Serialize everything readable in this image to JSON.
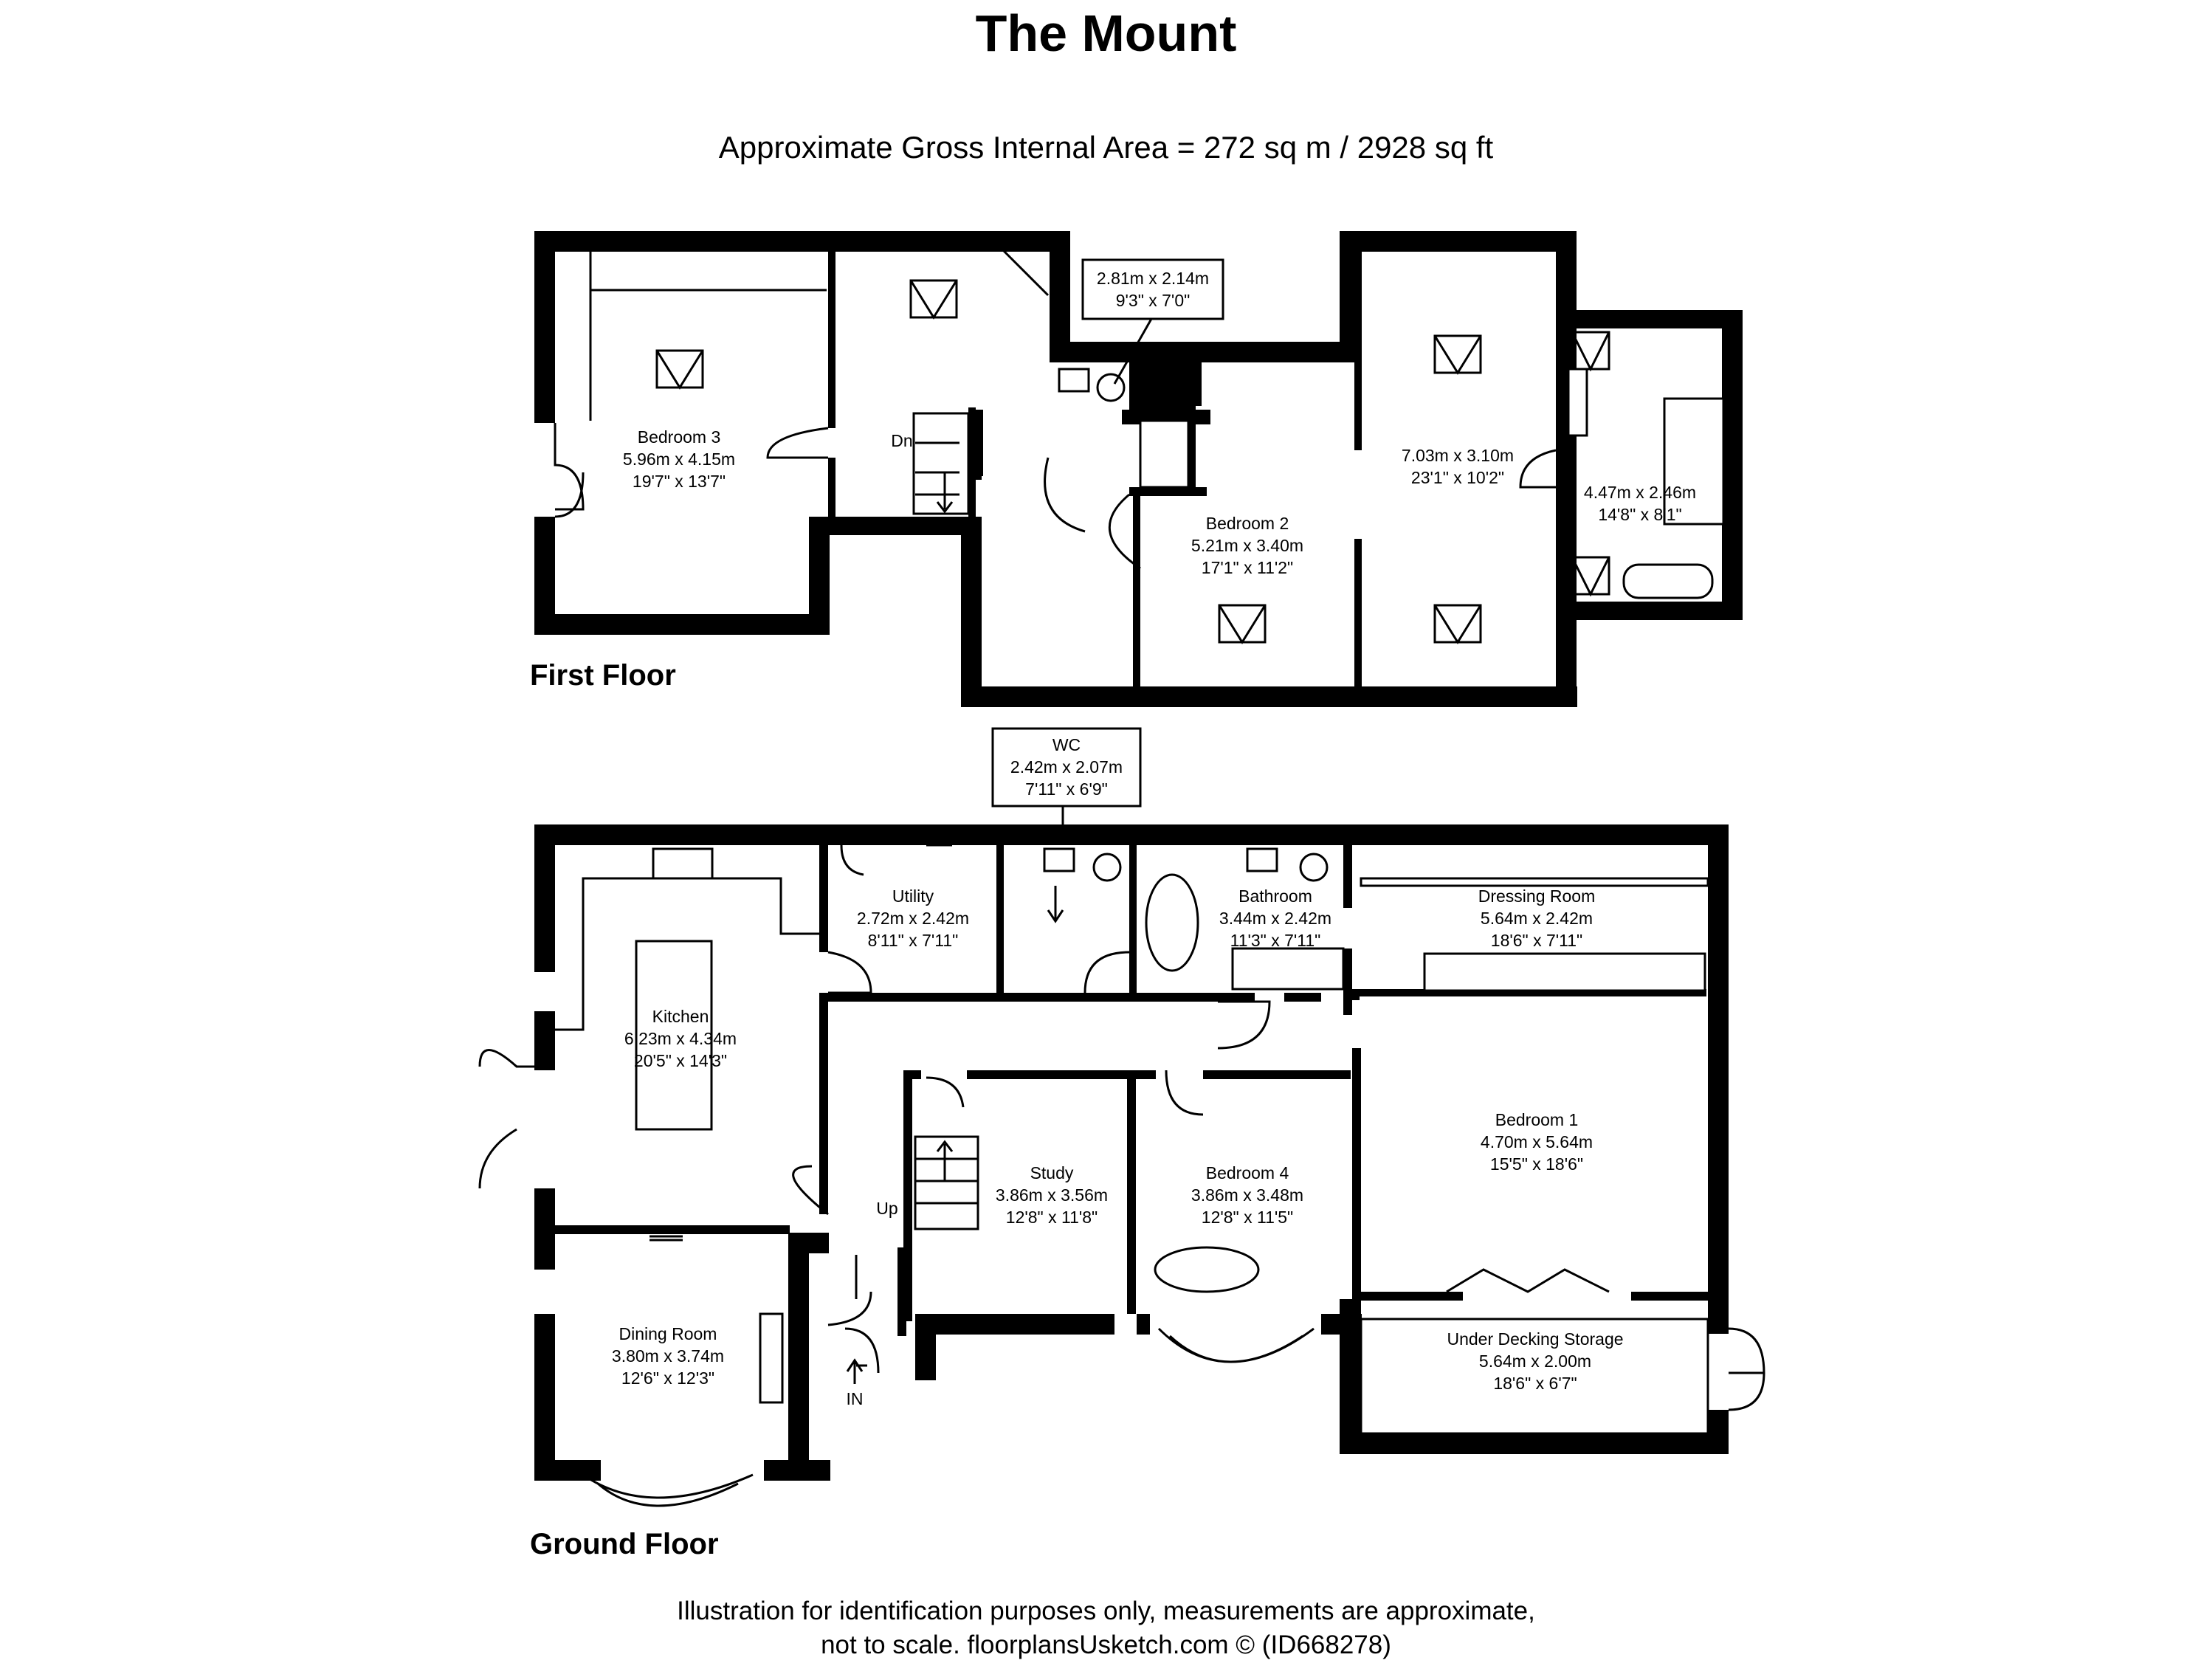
{
  "title": "The Mount",
  "subtitle": "Approximate Gross Internal Area = 272 sq m / 2928 sq ft",
  "floors": {
    "first": "First Floor",
    "ground": "Ground Floor"
  },
  "rooms": {
    "bedroom3": {
      "name": "Bedroom 3",
      "metric": "5.96m x 4.15m",
      "imperial": "19'7\" x 13'7\""
    },
    "ensuite_callout": {
      "metric": "2.81m x 2.14m",
      "imperial": "9'3\" x 7'0\""
    },
    "bedroom2": {
      "name": "Bedroom 2",
      "metric": "5.21m x 3.40m",
      "imperial": "17'1\" x 11'2\""
    },
    "first_large_room": {
      "metric": "7.03m x 3.10m",
      "imperial": "23'1\" x 10'2\""
    },
    "first_bathroom": {
      "metric": "4.47m x 2.46m",
      "imperial": "14'8\" x 8'1\""
    },
    "wc": {
      "name": "WC",
      "metric": "2.42m x 2.07m",
      "imperial": "7'11\" x 6'9\""
    },
    "kitchen": {
      "name": "Kitchen",
      "metric": "6.23m x 4.34m",
      "imperial": "20'5\" x 14'3\""
    },
    "utility": {
      "name": "Utility",
      "metric": "2.72m x 2.42m",
      "imperial": "8'11\" x 7'11\""
    },
    "bathroom": {
      "name": "Bathroom",
      "metric": "3.44m x 2.42m",
      "imperial": "11'3\" x 7'11\""
    },
    "dressing": {
      "name": "Dressing Room",
      "metric": "5.64m x 2.42m",
      "imperial": "18'6\" x 7'11\""
    },
    "bedroom1": {
      "name": "Bedroom 1",
      "metric": "4.70m x 5.64m",
      "imperial": "15'5\" x 18'6\""
    },
    "study": {
      "name": "Study",
      "metric": "3.86m x 3.56m",
      "imperial": "12'8\" x 11'8\""
    },
    "bedroom4": {
      "name": "Bedroom 4",
      "metric": "3.86m x 3.48m",
      "imperial": "12'8\" x 11'5\""
    },
    "dining": {
      "name": "Dining Room",
      "metric": "3.80m x 3.74m",
      "imperial": "12'6\" x 12'3\""
    },
    "storage": {
      "name": "Under Decking Storage",
      "metric": "5.64m x 2.00m",
      "imperial": "18'6\" x 6'7\""
    }
  },
  "labels": {
    "down": "Dn",
    "up": "Up",
    "entrance": "IN"
  },
  "footer": {
    "line1": "Illustration for identification purposes only, measurements are approximate,",
    "line2": "not to scale. floorplansUsketch.com © (ID668278)"
  }
}
